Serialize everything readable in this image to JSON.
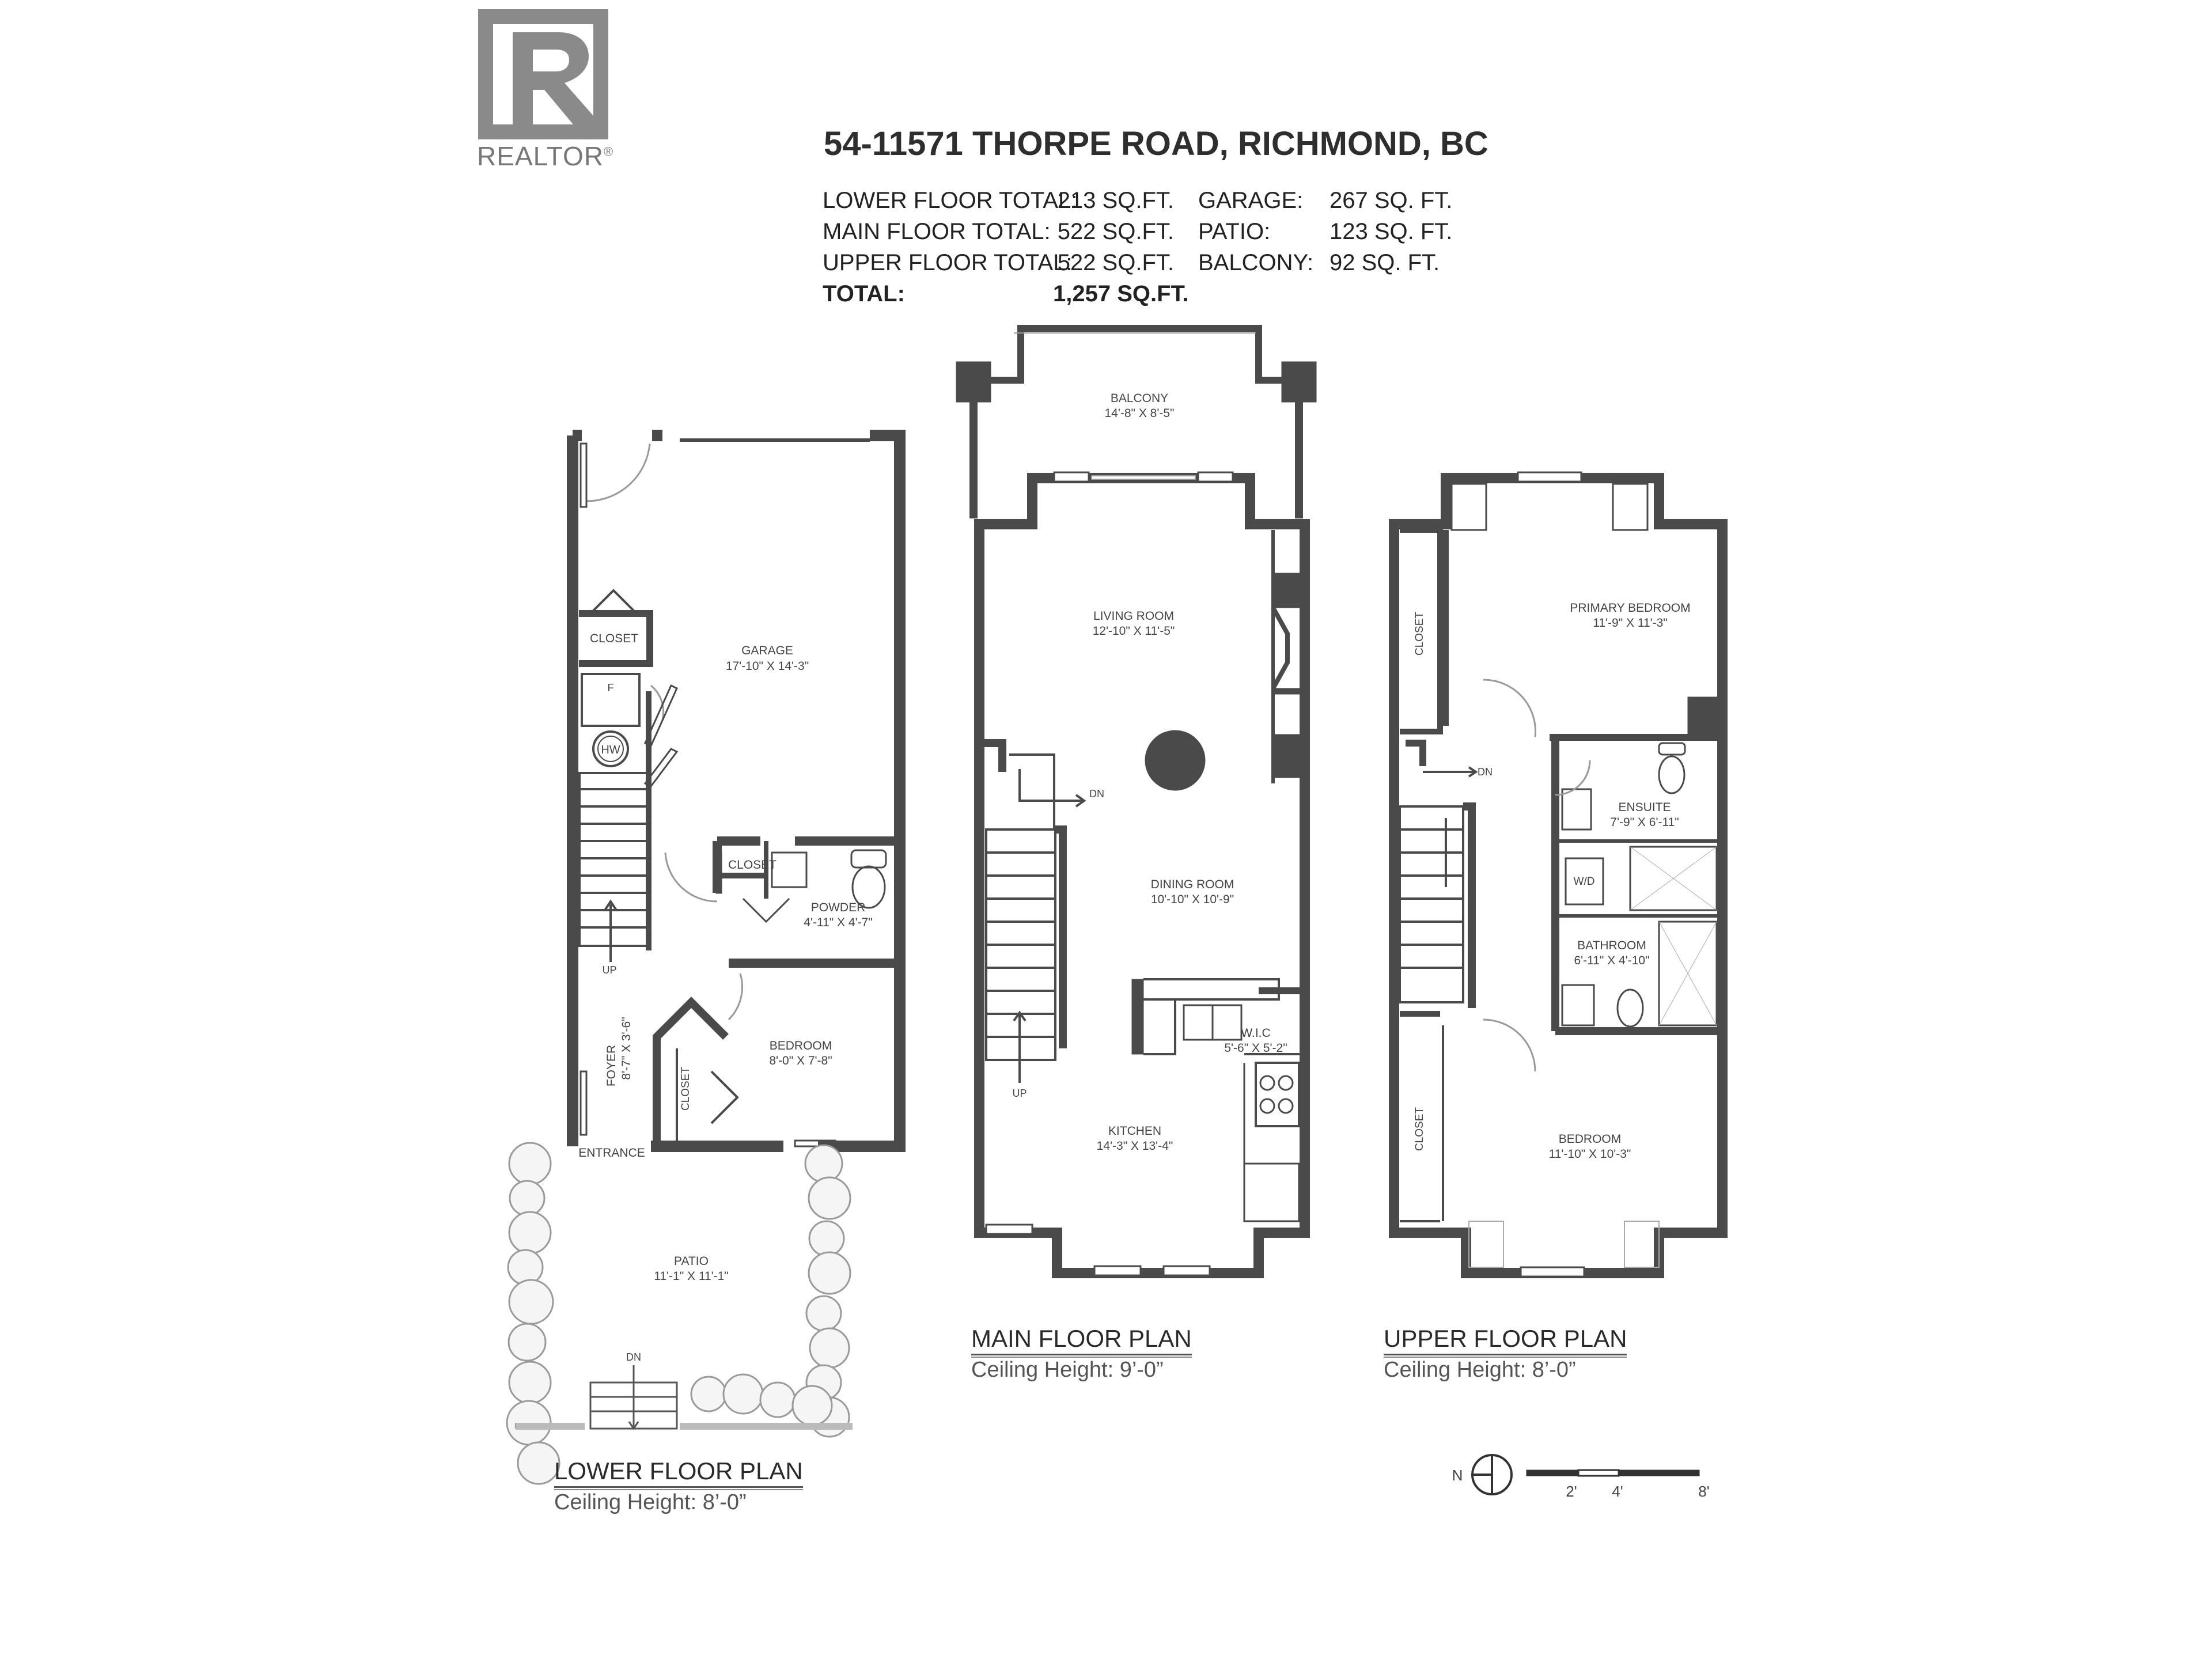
{
  "logo": {
    "wordmark": "REALTOR",
    "registered": "®",
    "letter": "R"
  },
  "header": {
    "address": "54-11571 THORPE ROAD, RICHMOND, BC",
    "areas": [
      {
        "label": "LOWER FLOOR TOTAL:",
        "value": "213 SQ.FT.",
        "label2": "GARAGE:",
        "value2": "267 SQ. FT."
      },
      {
        "label": "MAIN FLOOR TOTAL:",
        "value": "522 SQ.FT.",
        "label2": "PATIO:",
        "value2": "123 SQ. FT."
      },
      {
        "label": "UPPER FLOOR TOTAL:",
        "value": "522 SQ.FT.",
        "label2": "BALCONY:",
        "value2": "92 SQ. FT."
      }
    ],
    "total_label": "TOTAL:",
    "total_value": "1,257 SQ.FT."
  },
  "lower": {
    "title": "LOWER FLOOR PLAN",
    "ceiling": "Ceiling Height: 8’-0”",
    "rooms": {
      "garage": {
        "name": "GARAGE",
        "dim": "17'-10\" X 14'-3\""
      },
      "closet1": {
        "name": "CLOSET"
      },
      "closet2": {
        "name": "CLOSET"
      },
      "closet3": {
        "name": "CLOSET"
      },
      "powder": {
        "name": "POWDER",
        "dim": "4'-11\" X 4'-7\""
      },
      "bedroom": {
        "name": "BEDROOM",
        "dim": "8'-0\" X 7'-8\""
      },
      "foyer": {
        "name": "FOYER",
        "dim": "8'-7\" X 3'-6\""
      },
      "patio": {
        "name": "PATIO",
        "dim": "11'-1\" X 11'-1\""
      }
    },
    "entrance": "ENTRANCE",
    "furnace": "F",
    "hot_water": "HW",
    "up": "UP",
    "dn": "DN"
  },
  "main": {
    "title": "MAIN FLOOR PLAN",
    "ceiling": "Ceiling Height: 9’-0”",
    "rooms": {
      "balcony": {
        "name": "BALCONY",
        "dim": "14'-8\" X 8'-5\""
      },
      "living": {
        "name": "LIVING ROOM",
        "dim": "12'-10\" X 11'-5\""
      },
      "dining": {
        "name": "DINING ROOM",
        "dim": "10'-10\" X 10'-9\""
      },
      "wic": {
        "name": "W.I.C",
        "dim": "5'-6\" X 5'-2\""
      },
      "kitchen": {
        "name": "KITCHEN",
        "dim": "14'-3\" X 13'-4\""
      }
    },
    "dn": "DN",
    "up": "UP"
  },
  "upper": {
    "title": "UPPER FLOOR PLAN",
    "ceiling": "Ceiling Height: 8’-0”",
    "rooms": {
      "primary": {
        "name": "PRIMARY BEDROOM",
        "dim": "11'-9\" X 11'-3\""
      },
      "ensuite": {
        "name": "ENSUITE",
        "dim": "7'-9\" X 6'-11\""
      },
      "bathroom": {
        "name": "BATHROOM",
        "dim": "6'-11\" X 4'-10\""
      },
      "bedroom": {
        "name": "BEDROOM",
        "dim": "11'-10\" X 10'-3\""
      },
      "closet1": {
        "name": "CLOSET"
      },
      "closet2": {
        "name": "CLOSET"
      }
    },
    "wd": "W/D",
    "dn": "DN"
  },
  "scale": {
    "north": "N",
    "ticks": [
      "2'",
      "4'",
      "8'"
    ]
  },
  "colors": {
    "wall": "#4a4a4a",
    "logo_grey": "#8a8a8a",
    "tree": "#bdbdbd"
  }
}
